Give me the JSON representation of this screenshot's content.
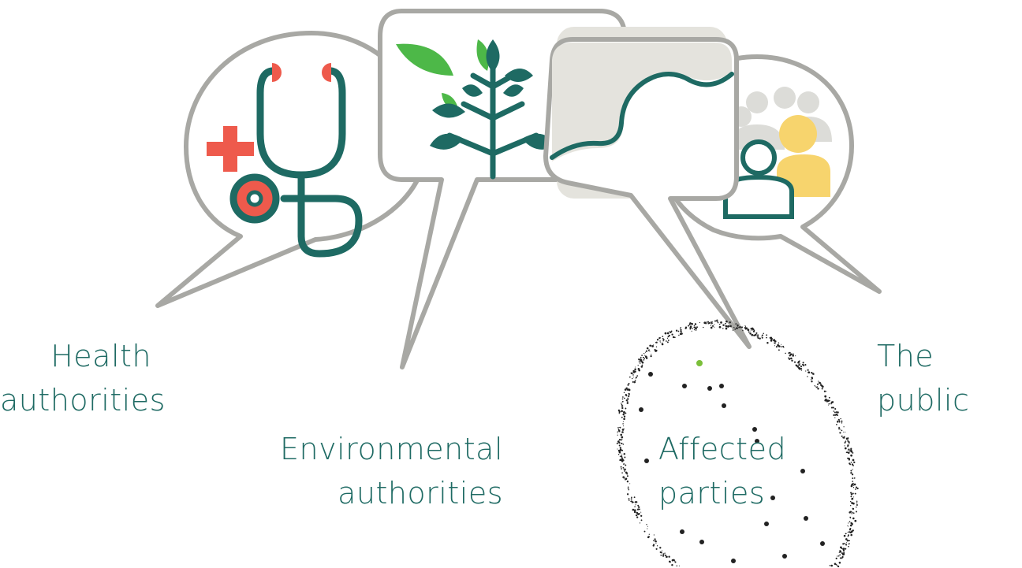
{
  "labels": {
    "health": [
      "Health",
      "authorities"
    ],
    "environmental": [
      "Environmental",
      "authorities"
    ],
    "affected": [
      "Affected",
      "parties"
    ],
    "public": [
      "The public"
    ]
  },
  "colors": {
    "bubble_stroke": "#a8a8a4",
    "bubble_fill": "#ffffff",
    "map_fill": "#e4e3dd",
    "teal": "#1e6a63",
    "red": "#ee5a4c",
    "leaf_green": "#4db848",
    "crowd": "#dcdcd8",
    "person_yellow": "#f7d46d",
    "label_text": "#1e6a63",
    "speckle": "#222222"
  },
  "icons": [
    "stethoscope-icon",
    "medical-cross-icon",
    "plant-icon",
    "map-river-icon",
    "people-icon"
  ]
}
